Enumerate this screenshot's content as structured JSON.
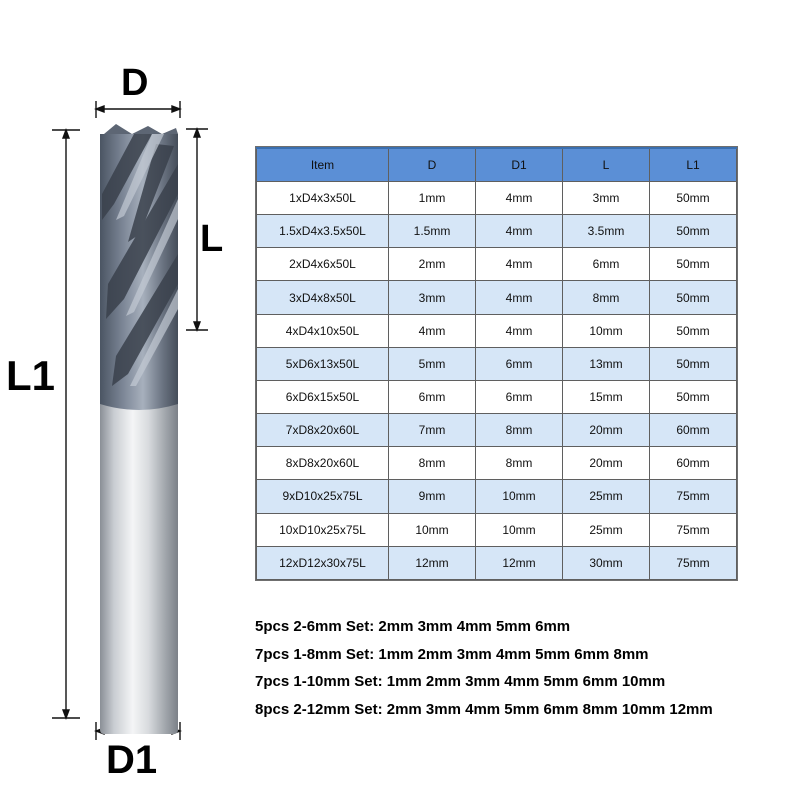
{
  "diagram": {
    "label_d": "D",
    "label_l": "L",
    "label_l1": "L1",
    "label_d1": "D1"
  },
  "table": {
    "headers": [
      "Item",
      "D",
      "D1",
      "L",
      "L1"
    ],
    "rows": [
      [
        "1xD4x3x50L",
        "1mm",
        "4mm",
        "3mm",
        "50mm"
      ],
      [
        "1.5xD4x3.5x50L",
        "1.5mm",
        "4mm",
        "3.5mm",
        "50mm"
      ],
      [
        "2xD4x6x50L",
        "2mm",
        "4mm",
        "6mm",
        "50mm"
      ],
      [
        "3xD4x8x50L",
        "3mm",
        "4mm",
        "8mm",
        "50mm"
      ],
      [
        "4xD4x10x50L",
        "4mm",
        "4mm",
        "10mm",
        "50mm"
      ],
      [
        "5xD6x13x50L",
        "5mm",
        "6mm",
        "13mm",
        "50mm"
      ],
      [
        "6xD6x15x50L",
        "6mm",
        "6mm",
        "15mm",
        "50mm"
      ],
      [
        "7xD8x20x60L",
        "7mm",
        "8mm",
        "20mm",
        "60mm"
      ],
      [
        "8xD8x20x60L",
        "8mm",
        "8mm",
        "20mm",
        "60mm"
      ],
      [
        "9xD10x25x75L",
        "9mm",
        "10mm",
        "25mm",
        "75mm"
      ],
      [
        "10xD10x25x75L",
        "10mm",
        "10mm",
        "25mm",
        "75mm"
      ],
      [
        "12xD12x30x75L",
        "12mm",
        "12mm",
        "30mm",
        "75mm"
      ]
    ]
  },
  "sets": [
    "5pcs 2-6mm Set: 2mm 3mm 4mm 5mm 6mm",
    "7pcs 1-8mm Set: 1mm 2mm 3mm 4mm 5mm 6mm 8mm",
    "7pcs 1-10mm Set: 1mm 2mm 3mm 4mm 5mm 6mm 10mm",
    "8pcs 2-12mm Set: 2mm 3mm 4mm 5mm 6mm 8mm 10mm 12mm"
  ]
}
